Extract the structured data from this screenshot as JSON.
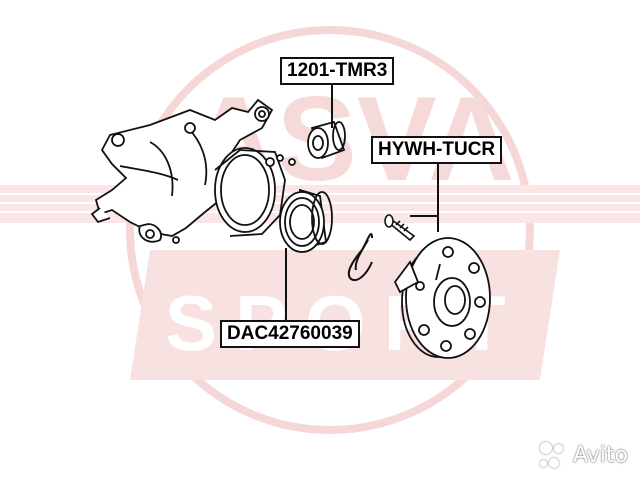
{
  "labels": {
    "bushing": "1201-TMR3",
    "hub_bolt": "HYWH-TUCR",
    "bearing": "DAC42760039"
  },
  "watermark": {
    "brand_letters": "ASVA",
    "sub_text": "SPORT",
    "color": "#f2c4c4"
  },
  "avito_badge": {
    "text": "Avito",
    "dot_color": "#ffffff"
  }
}
